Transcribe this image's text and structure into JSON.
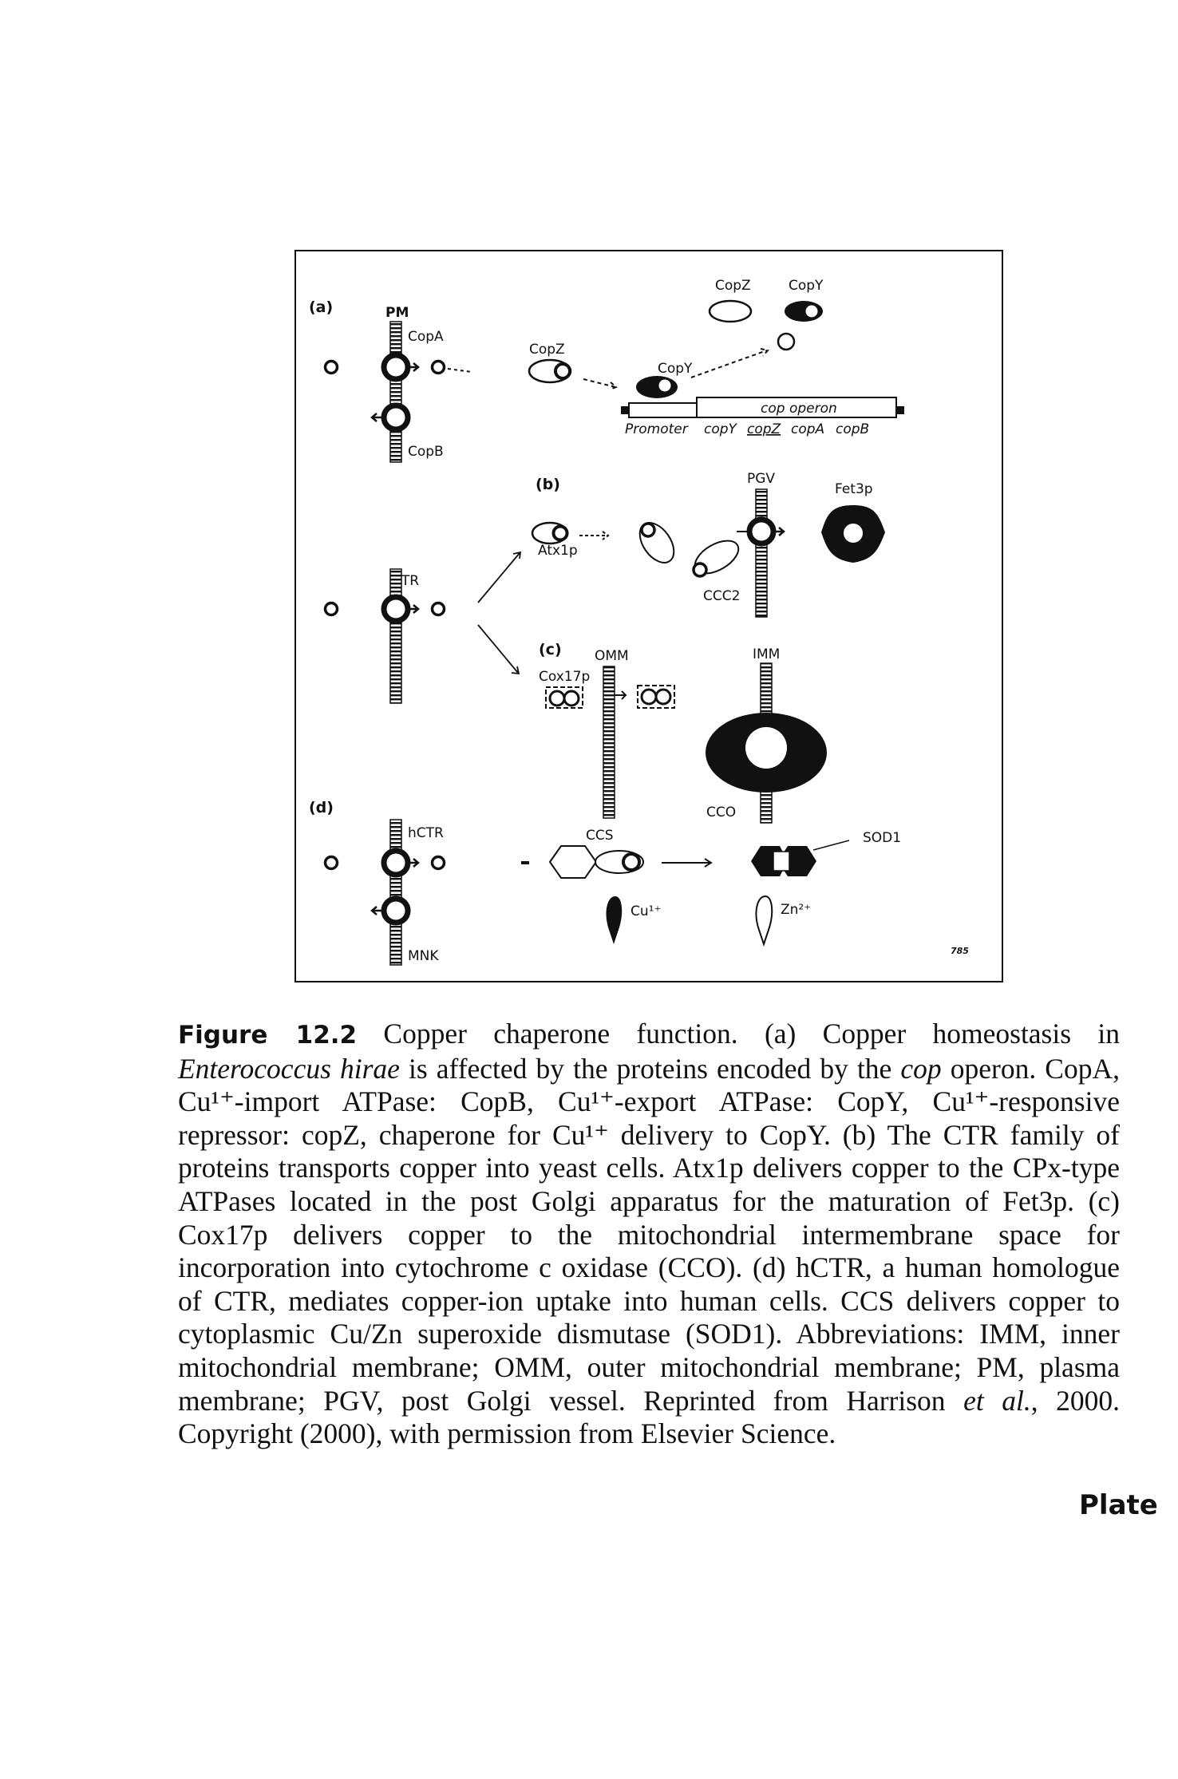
{
  "figure": {
    "panel_labels": {
      "a": "(a)",
      "b": "(b)",
      "c": "(c)",
      "d": "(d)"
    },
    "labels": {
      "pm": "PM",
      "copa": "CopA",
      "copb": "CopB",
      "copz_mid": "CopZ",
      "copy_mid": "CopY",
      "copz_top": "CopZ",
      "copy_top": "CopY",
      "cop_operon": "cop operon",
      "promoter": "Promoter",
      "gene_copy": "copY",
      "gene_copz": "copZ",
      "gene_copa": "copA",
      "gene_copb": "copB",
      "ctr": "CTR",
      "atx1p": "Atx1p",
      "pgv": "PGV",
      "fet3p": "Fet3p",
      "ccc2": "CCC2",
      "omm": "OMM",
      "imm": "IMM",
      "cox17p": "Cox17p",
      "cco": "CCO",
      "hctr": "hCTR",
      "mnk": "MNK",
      "ccs": "CCS",
      "sod1": "SOD1",
      "cu_ion": "Cu¹⁺",
      "zn_ion": "Zn²⁺",
      "figure_id": "785"
    }
  },
  "caption": {
    "label": "Figure 12.2",
    "pre_species": " Copper chaperone function. (a) Copper homeostasis in ",
    "species": "Enterococcus hirae",
    "mid_species": " is affected by the proteins encoded by the ",
    "cop": "cop",
    "body": " operon. CopA, Cu¹⁺-import ATPase: CopB, Cu¹⁺-export ATPase: CopY, Cu¹⁺-responsive repressor: copZ, chaperone for Cu¹⁺ delivery to CopY. (b) The CTR family of proteins transports copper into yeast cells. Atx1p delivers copper to the CPx-type ATPases located in the post Golgi apparatus for the maturation of Fet3p. (c) Cox17p delivers copper to the mitochondrial intermembrane space for incorporation into cytochrome c oxidase (CCO). (d) hCTR, a human homologue of CTR, mediates copper-ion uptake into human cells. CCS delivers copper to cytoplasmic Cu/Zn superoxide dismutase (SOD1). Abbreviations: IMM, inner mitochondrial membrane; OMM, outer mitochondrial membrane; PM, plasma membrane; PGV, post Golgi vessel. Reprinted from Harrison ",
    "etal": "et al.",
    "tail": ", 2000. Copyright (2000), with permission from Elsevier Science."
  },
  "plate_marker": "Plate"
}
